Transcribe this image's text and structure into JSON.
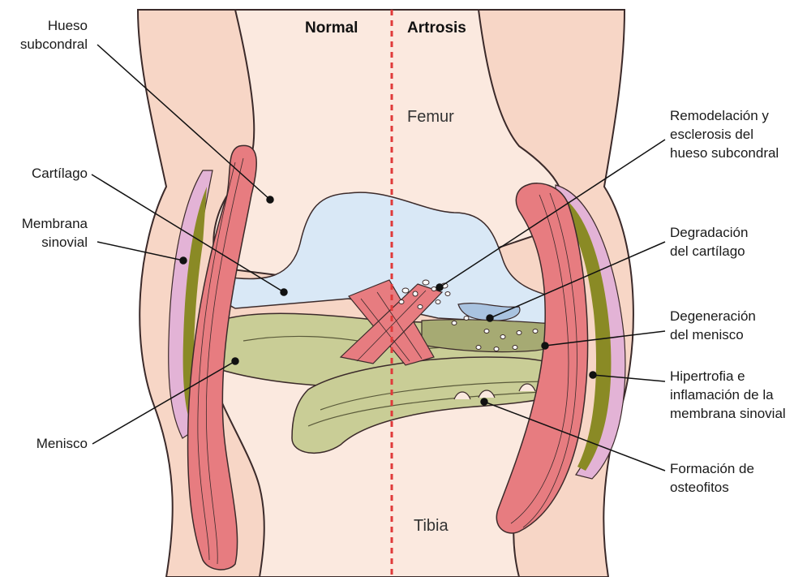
{
  "headers": {
    "normal": "Normal",
    "artrosis": "Artrosis"
  },
  "bones": {
    "femur": "Femur",
    "tibia": "Tibia"
  },
  "labels_left": {
    "hueso_subcondral": "Hueso\nsubcondral",
    "cartilago": "Cartílago",
    "membrana_sinovial": "Membrana\nsinovial",
    "menisco": "Menisco"
  },
  "labels_right": {
    "remodelacion": "Remodelación y\nesclerosis del\nhueso subcondral",
    "degradacion": "Degradación\ndel cartílago",
    "degeneracion": "Degeneración\ndel menisco",
    "hipertrofia": "Hipertrofia e\ninflamación de la\nmembrana sinovial",
    "osteofitos": "Formación de\nosteofitos"
  },
  "colors": {
    "skin": "#f7d6c6",
    "bone": "#fbe9df",
    "cartilage": "#d9e8f6",
    "muscle": "#e77c80",
    "meniscus": "#c9cd96",
    "meniscus_dark": "#a6aa73",
    "synovium_inflamed": "#8a8a25",
    "membrane": "#e3b3d6",
    "divider": "#e03a3a"
  }
}
